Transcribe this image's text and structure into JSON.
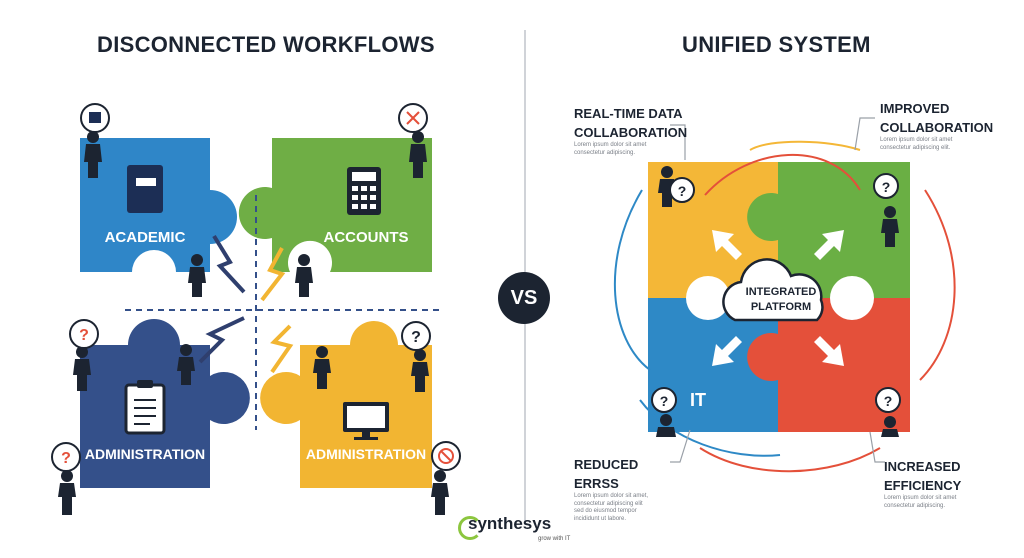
{
  "left": {
    "title": "DISCONNECTED WORKFLOWS",
    "pieces": [
      {
        "label": "ACADEMIC",
        "color": "#2f86c8",
        "icon": "book-icon"
      },
      {
        "label": "ACCOUNTS",
        "color": "#6fae45",
        "icon": "calculator-icon"
      },
      {
        "label": "ADMINISTRATION",
        "color": "#34508a",
        "icon": "clipboard-icon"
      },
      {
        "label": "ADMINISTRATION",
        "color": "#f2b532",
        "icon": "monitor-icon"
      }
    ]
  },
  "vs_label": "VS",
  "right": {
    "title": "UNIFIED SYSTEM",
    "center_label": "INTEGRATED\nPLATFORM",
    "it_label": "IT",
    "colors": {
      "yellow": "#f4b737",
      "green": "#6aaf44",
      "blue": "#2e89c6",
      "red": "#e4503a"
    },
    "benefits": [
      {
        "title": "REAL-TIME DATA\nCOLLABORATION",
        "text": "Lorem ipsum dolor sit amet\nconsectetur adipiscing."
      },
      {
        "title": "IMPROVED\nCOLLABORATION",
        "text": "Lorem ipsum dolor sit amet\nconsectetur adipiscing elit."
      },
      {
        "title": "REDUCED ERRSS",
        "text": "Lorem ipsum dolor sit amet,\nconsectetur adipiscing elit\nsed do eiusmod tempor\nincididunt ut labore."
      },
      {
        "title": "INCREASED\nEFFICIENCY",
        "text": "Lorem ipsum dolor sit amet\nconsectetur adipiscing."
      }
    ]
  },
  "logo": {
    "name": "synthesys",
    "tagline": "grow with IT",
    "accent": "#8cc63f"
  }
}
